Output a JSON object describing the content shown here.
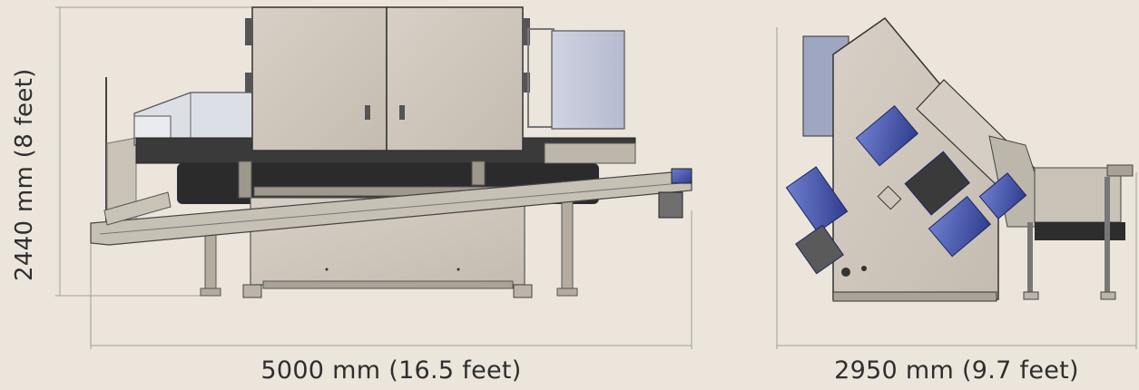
{
  "dimensions": {
    "height": "2440 mm (8 feet)",
    "width": "5000 mm (16.5 feet)",
    "depth": "2950 mm (9.7 feet)"
  },
  "colors": {
    "background": "#ebe5dc",
    "frame_steel": "#bdb6aa",
    "panel": "#d2cac0",
    "motor_blue": "#3e4fa8",
    "belt_dark": "#2a2a2a",
    "dimension_line": "#9a958c"
  }
}
